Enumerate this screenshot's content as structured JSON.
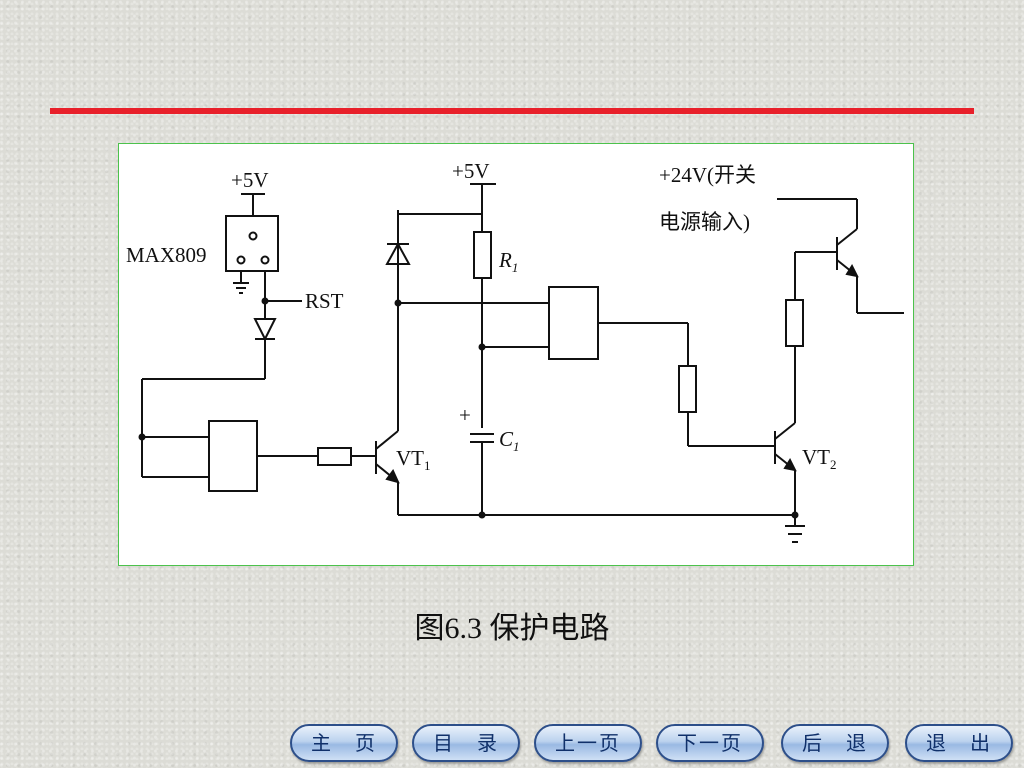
{
  "diagram": {
    "labels": {
      "vcc_left": "+5V",
      "vcc_mid": "+5V",
      "v24_line1": "+24V(开关",
      "v24_line2": "电源输入)",
      "max809": "MAX809",
      "rst": "RST",
      "r1_main": "R",
      "r1_sub": "1",
      "c1_main": "C",
      "c1_sub": "1",
      "cap_plus": "+",
      "vt1_main": "VT",
      "vt1_sub": "1",
      "vt2_main": "VT",
      "vt2_sub": "2"
    }
  },
  "caption": "图6.3  保护电路",
  "nav": {
    "home": "主　页",
    "contents": "目　录",
    "prev": "上一页",
    "next": "下一页",
    "back": "后　退",
    "exit": "退　出"
  }
}
